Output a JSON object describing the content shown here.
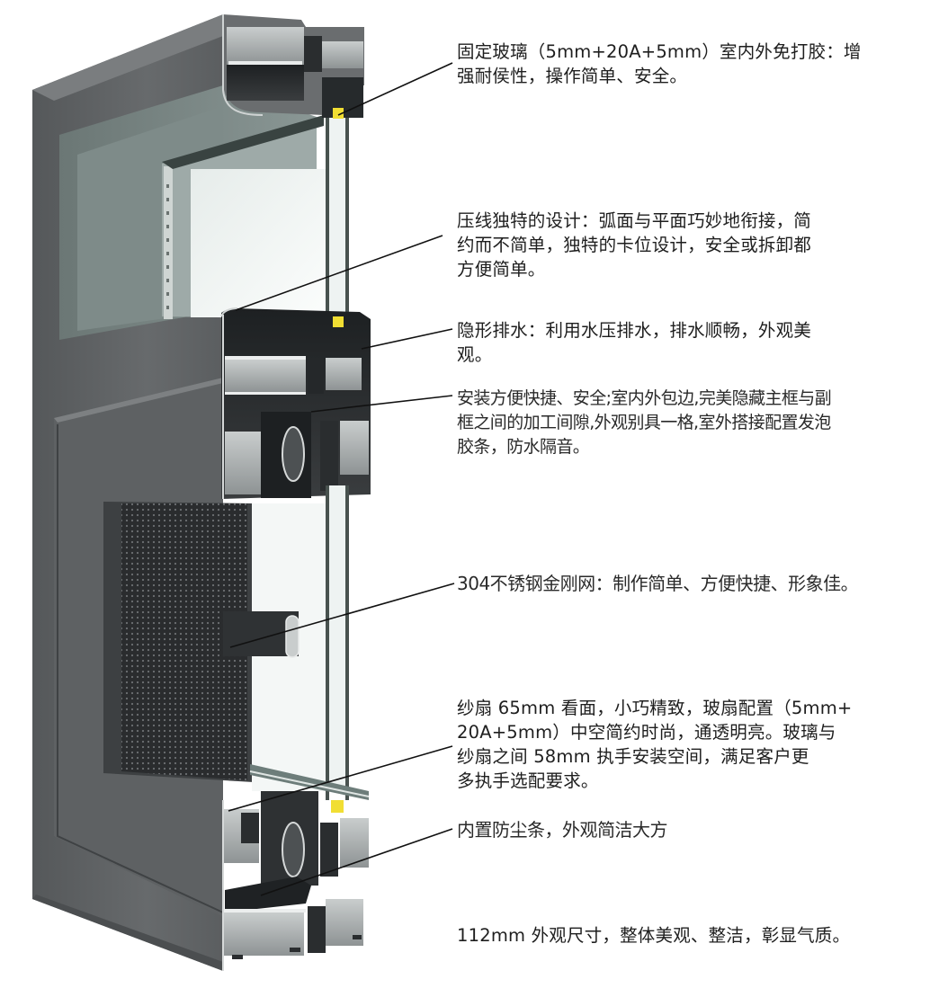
{
  "figure": {
    "subject": "aluminum window frame cross-section with fixed double glazing, opening sash and 304 stainless steel security screen",
    "colors": {
      "frame_gray": "#5f6163",
      "frame_dark": "#3c3e40",
      "profile_cavity": "#1f2224",
      "aluminum_light": "#d9dcdc",
      "glass": "#f2f6f5",
      "glass_edge": "#5d6b68",
      "spacer_yellow": "#f3e23a",
      "mesh": "#2b2d2f",
      "leader_line": "#111111"
    }
  },
  "annotations": [
    {
      "id": "fixed-glass",
      "lines": [
        "固定玻璃（5mm+20A+5mm）室内外免打胶：增",
        "强耐侯性，操作简单、安全。"
      ]
    },
    {
      "id": "bead-design",
      "lines": [
        "压线独特的设计：弧面与平面巧妙地衔接，简",
        "约而不简单，独特的卡位设计，安全或拆卸都",
        "方便简单。"
      ]
    },
    {
      "id": "hidden-drainage",
      "lines": [
        "隐形排水：利用水压排水，排水顺畅，外观美",
        "观。"
      ]
    },
    {
      "id": "installation",
      "lines": [
        "安装方便快捷、安全;室内外包边,完美隐藏主框与副",
        "框之间的加工间隙,外观别具一格,室外搭接配置发泡",
        "胶条，防水隔音。"
      ]
    },
    {
      "id": "screen-mesh",
      "lines": [
        "304不锈钢金刚网：制作简单、方便快捷、形象佳。"
      ]
    },
    {
      "id": "screen-sash",
      "lines": [
        "纱扇 65mm 看面，小巧精致，玻扇配置（5mm+",
        "20A+5mm）中空简约时尚，通透明亮。玻璃与",
        "纱扇之间 58mm 执手安装空间，满足客户更",
        "多执手选配要求。"
      ]
    },
    {
      "id": "dust-strip",
      "lines": [
        "内置防尘条，外观简洁大方"
      ]
    },
    {
      "id": "frame-size",
      "lines": [
        "112mm 外观尺寸，整体美观、整洁，彰显气质。"
      ]
    }
  ],
  "text": {
    "a0": "固定玻璃（5mm+20A+5mm）室内外免打胶：增\n强耐侯性，操作简单、安全。",
    "a1": "压线独特的设计：弧面与平面巧妙地衔接，简\n约而不简单，独特的卡位设计，安全或拆卸都\n方便简单。",
    "a2": "隐形排水：利用水压排水，排水顺畅，外观美\n观。",
    "a3": "安装方便快捷、安全;室内外包边,完美隐藏主框与副\n框之间的加工间隙,外观别具一格,室外搭接配置发泡\n胶条，防水隔音。",
    "a4": "304不锈钢金刚网：制作简单、方便快捷、形象佳。",
    "a5": "纱扇 65mm 看面，小巧精致，玻扇配置（5mm+\n20A+5mm）中空简约时尚，通透明亮。玻璃与\n纱扇之间 58mm 执手安装空间，满足客户更\n多执手选配要求。",
    "a6": "内置防尘条，外观简洁大方",
    "a7": "112mm 外观尺寸，整体美观、整洁，彰显气质。"
  }
}
